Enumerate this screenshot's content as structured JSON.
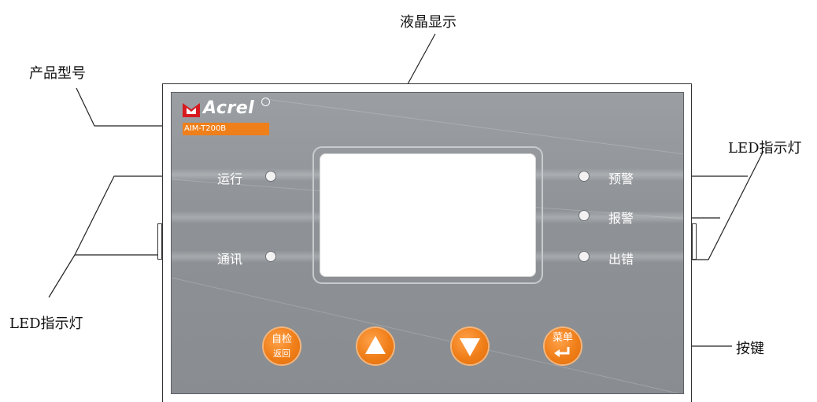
{
  "callouts": {
    "lcd_display": "液晶显示",
    "product_model": "产品型号",
    "led_indicator_right": "LED指示灯",
    "led_indicator_left": "LED指示灯",
    "keys": "按键"
  },
  "brand": {
    "name": "Acrel",
    "model": "AIM-T200B",
    "accent_color": "#ee7f1b",
    "panel_color": "#8e9296"
  },
  "leds_left": [
    {
      "label": "运行"
    },
    {
      "label": "通讯"
    }
  ],
  "leds_right": [
    {
      "label": "预警"
    },
    {
      "label": "报警"
    },
    {
      "label": "出错"
    }
  ],
  "buttons": [
    {
      "top_label": "自检",
      "bottom_label": "返回",
      "icon": "self-check-return"
    },
    {
      "icon": "up-triangle-icon"
    },
    {
      "icon": "down-triangle-icon"
    },
    {
      "top_label": "菜单",
      "icon": "enter-icon"
    }
  ]
}
